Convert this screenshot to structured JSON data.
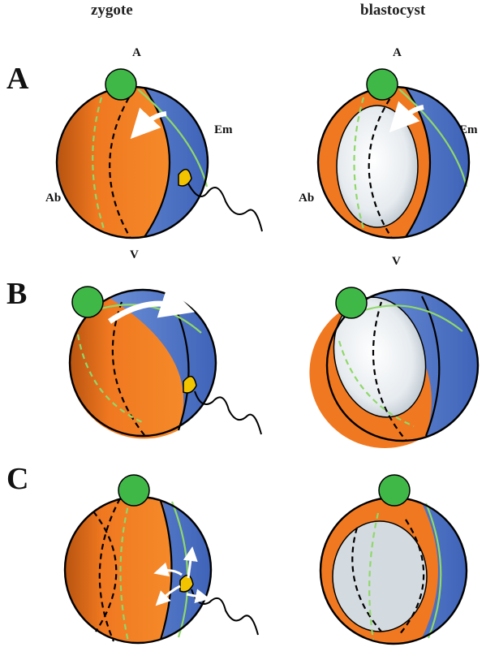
{
  "columns": {
    "left": "zygote",
    "right": "blastocyst"
  },
  "panels": {
    "a": "A",
    "b": "B",
    "c": "C"
  },
  "poles": {
    "animal": "A",
    "vegetal": "V",
    "embryonic": "Em",
    "abembryonic": "Ab"
  },
  "colors": {
    "abembryonic_orange": "#f07820",
    "embryonic_blue": "#5a7fcf",
    "polar_body_green": "#3fb848",
    "plane_line_green": "#8fd86a",
    "cavity_white": "#f4f6f8",
    "outline": "#000000"
  }
}
